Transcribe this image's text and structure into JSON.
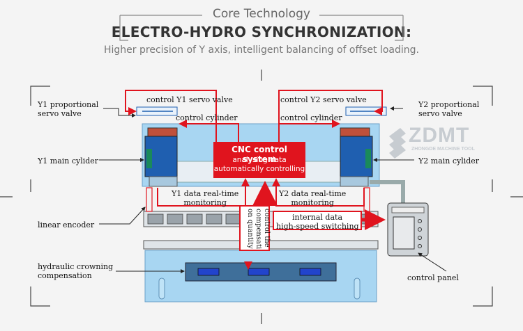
{
  "header": {
    "kicker": "Core Technology",
    "title": "ELECTRO-HYDRO SYNCHRONIZATION:",
    "subtitle": "Higher precision of Y axis, intelligent balancing of offset loading."
  },
  "logo": {
    "text": "ZDMT",
    "tagline": "ZHONGDE MACHINE TOOL"
  },
  "cnc": {
    "title": "CNC control system",
    "line1": "analysing data",
    "line2": "automatically controlling"
  },
  "labels": {
    "y1_valve_1": "Y1 proportional",
    "y1_valve_2": "servo valve",
    "y2_valve_1": "Y2 proportional",
    "y2_valve_2": "servo valve",
    "ctrl_y1_valve": "control Y1 servo valve",
    "ctrl_y2_valve": "control Y2 servo valve",
    "ctrl_cyl_left": "control cylinder",
    "ctrl_cyl_right": "control cylinder",
    "y1_main": "Y1 main cylider",
    "y2_main": "Y2 main cylider",
    "y1_data_1": "Y1 data real-time",
    "y1_data_2": "monitoring",
    "y2_data_1": "Y2 data real-time",
    "y2_data_2": "monitoring",
    "linear_encoder": "linear encoder",
    "crowning_1": "hydraulic crowning",
    "crowning_2": "compensation",
    "control_panel": "control panel",
    "internal_1": "internal data",
    "internal_2": "high-speed switching",
    "comp_1": "control the",
    "comp_2": "compensati",
    "comp_3": "on quantity"
  },
  "colors": {
    "accent_red": "#e0141e",
    "machine_blue": "#a8d6f2",
    "cylinder_blue": "#1f5fb0",
    "outline": "#2a2a2a"
  }
}
